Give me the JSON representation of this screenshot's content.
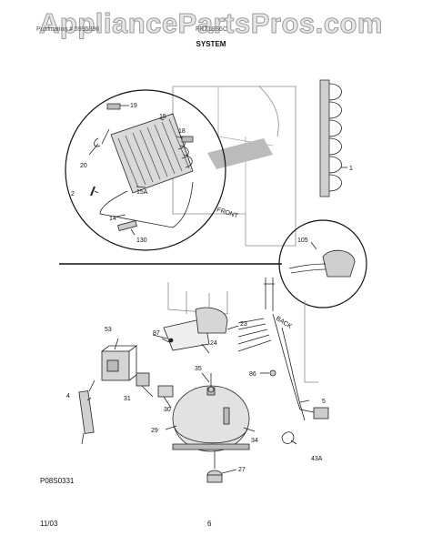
{
  "watermark": "AppliancePartsPros.com",
  "header": {
    "left": "Publication # 5995396",
    "right": "FRT18S6C",
    "section": "SYSTEM"
  },
  "labels": {
    "front": "FRONT",
    "back": "BACK",
    "diagram_code": "P08S0331"
  },
  "parts": [
    "19",
    "15",
    "18",
    "20",
    "15A",
    "2",
    "14",
    "130",
    "1",
    "105",
    "53",
    "87",
    "23",
    "24",
    "35",
    "86",
    "31",
    "30",
    "4",
    "29",
    "5",
    "34",
    "43A",
    "27"
  ],
  "footer": {
    "date": "11/03",
    "page": "6"
  },
  "colors": {
    "watermark_stroke": "#9a9a9a",
    "line": "#222222",
    "shade": "#cccccc"
  }
}
